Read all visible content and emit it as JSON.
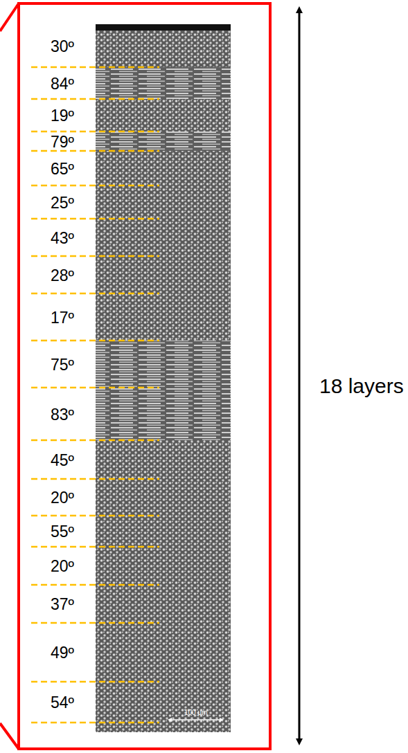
{
  "diagram": {
    "labels": [
      "30º",
      "84º",
      "19º",
      "79º",
      "65º",
      "25º",
      "43º",
      "28º",
      "17º",
      "75º",
      "83º",
      "45º",
      "20º",
      "55º",
      "20º",
      "37º",
      "49º",
      "54º",
      "18 layers",
      "100 µm"
    ]
  }
}
